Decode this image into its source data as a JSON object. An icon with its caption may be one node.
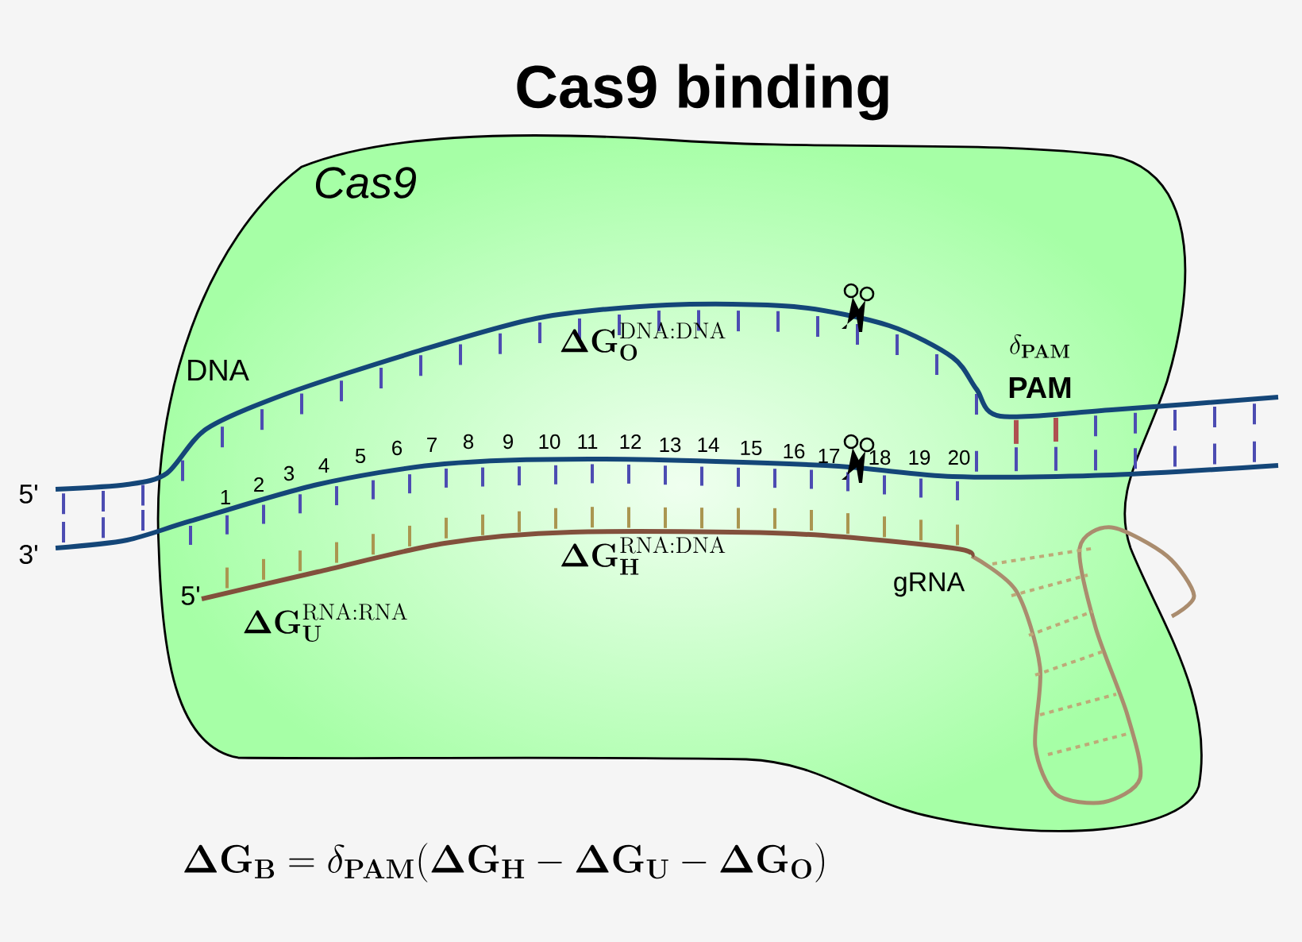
{
  "diagram": {
    "title": "Cas9 binding",
    "nodes": [
      {
        "text": [
          "Cas9"
        ]
      }
    ],
    "labels": [
      "DNA",
      "5'",
      "3'",
      "1",
      "2",
      "3",
      "4",
      "5",
      "6",
      "7",
      "8",
      "9",
      "10",
      "11",
      "12",
      "13",
      "14",
      "15",
      "16",
      "17",
      "18",
      "19",
      "20",
      "\\mathbf{\\Delta G}^{\\mathrm{DNA:DNA}}_{\\mathbf{O}}",
      "\\delta_{\\mathbf{PAM}}",
      "PAM",
      "\\mathbf{\\Delta G}^{\\mathrm{RNA:DNA}}_{\\mathbf{H}}",
      "5'",
      "\\mathbf{\\Delta G}^{\\mathrm{RNA:RNA}}_{\\mathbf{U}}",
      "gRNA",
      "\\mathbf{\\Delta G_{B}} = \\delta_{\\mathbf{PAM}}(\\mathbf{\\Delta G_{H}} - \\mathbf{\\Delta G_{U}} - \\mathbf{\\Delta G_{O}})"
    ]
  }
}
